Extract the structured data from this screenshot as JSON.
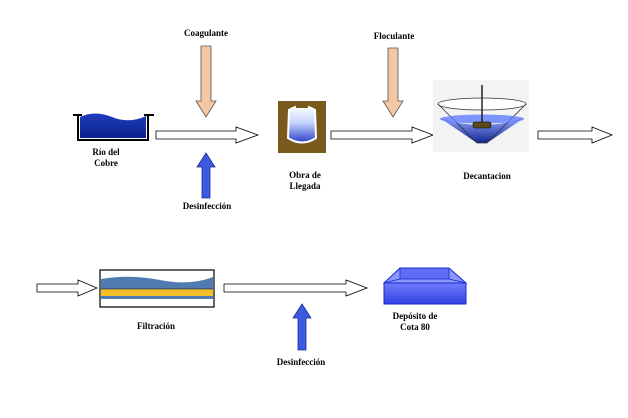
{
  "labels": {
    "coagulante": "Coagulante",
    "floculante": "Floculante",
    "rio_line1": "Río del",
    "rio_line2": "Cobre",
    "obra_line1": "Obra de",
    "obra_line2": "Llegada",
    "decantacion": "Decantacion",
    "desinfeccion_top": "Desinfección",
    "filtracion": "Filtración",
    "deposito_line1": "Depósito de",
    "deposito_line2": "Cota 80",
    "desinfeccion_bottom": "Desinfección"
  },
  "colors": {
    "water_dark": "#1f3fbf",
    "water_light": "#7f9fff",
    "chemical_arrow": "#f4c7a4",
    "disinfection_arrow": "#3c5be3",
    "flow_arrow": "#ffffff",
    "tank_brown": "#7a5a1c",
    "filter_sand": "#f2c02a",
    "filter_water": "#4f7bb0",
    "deposit_blue": "#4a5cf0"
  },
  "icons": {
    "river": "river-channel-icon",
    "obra": "inlet-tank-icon",
    "decantacion": "clarifier-icon",
    "filtracion": "filter-bed-icon",
    "deposito": "reservoir-icon"
  }
}
